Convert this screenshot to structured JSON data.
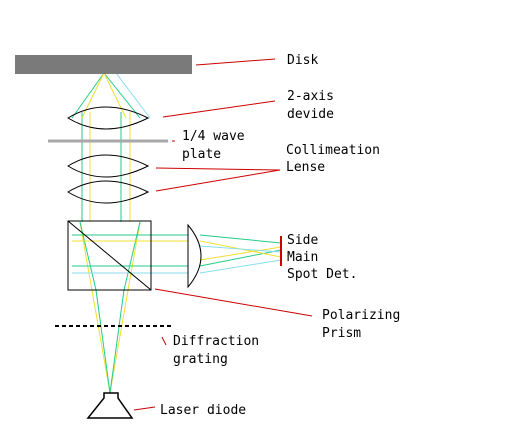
{
  "labels": {
    "disk": "Disk",
    "two_axis_line1": "2-axis",
    "two_axis_line2": "devide",
    "wave_plate_line1": "1/4 wave",
    "wave_plate_line2": "plate",
    "collimation_line1": "Collimeation",
    "collimation_line2": "Lense",
    "detector_line1": "Side",
    "detector_line2": "Main",
    "detector_line3": "Spot Det.",
    "prism_line1": "Polarizing",
    "prism_line2": "Prism",
    "grating_line1": "Diffraction",
    "grating_line2": "grating",
    "laser": "Laser diode"
  },
  "colors": {
    "disk": "#7a7a7a",
    "wave_plate": "#a8a8a8",
    "leader_line": "#cc0000",
    "beam_green": "#22cc88",
    "beam_yellow": "#f0e030",
    "beam_cyan": "#88ddee",
    "outline": "#000000"
  }
}
